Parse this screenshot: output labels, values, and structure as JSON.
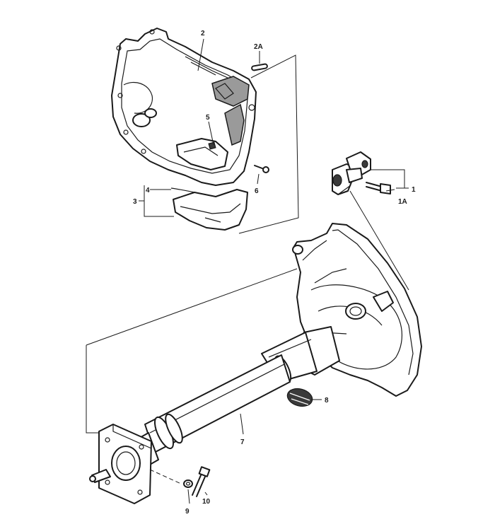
{
  "diagram": {
    "callouts": [
      {
        "id": "c2",
        "text": "2"
      },
      {
        "id": "c2a",
        "text": "2A"
      },
      {
        "id": "c5",
        "text": "5"
      },
      {
        "id": "c6",
        "text": "6"
      },
      {
        "id": "c4",
        "text": "4"
      },
      {
        "id": "c3",
        "text": "3"
      },
      {
        "id": "c1",
        "text": "1"
      },
      {
        "id": "c1a",
        "text": "1A"
      },
      {
        "id": "c8",
        "text": "8"
      },
      {
        "id": "c7",
        "text": "7"
      },
      {
        "id": "c9",
        "text": "9"
      },
      {
        "id": "c10",
        "text": "10"
      }
    ]
  }
}
